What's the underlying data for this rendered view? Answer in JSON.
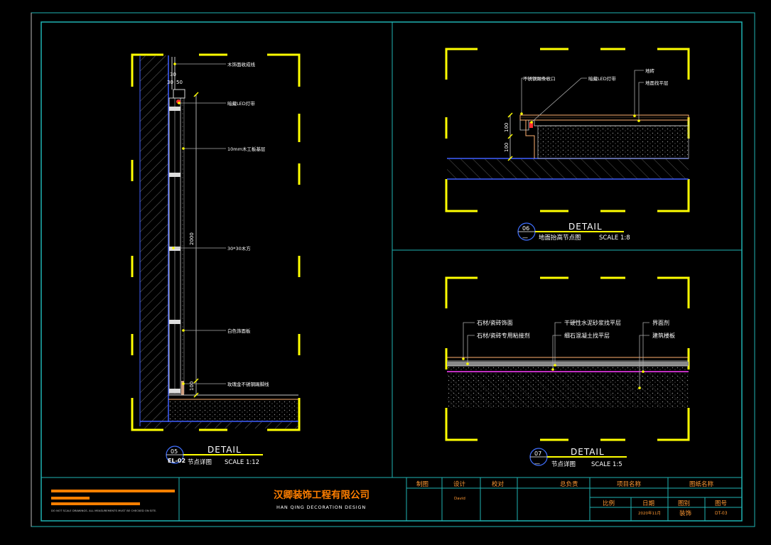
{
  "drawing": {
    "frame_color": "#1fb3b3",
    "accent_yellow": "#ffff00",
    "accent_orange": "#ff7f00"
  },
  "detail05": {
    "heading": "DETAIL",
    "number": "05",
    "ref": "EL-02",
    "caption": "节点详图",
    "scale": "SCALE 1:12",
    "labels": [
      "木饰面收成线",
      "暗藏LED灯带",
      "10mm木工板基层",
      "30*30木方",
      "白色饰面板",
      "玫瑰金不锈钢踢脚线"
    ],
    "dims": [
      "30",
      "30",
      "50",
      "2000",
      "100"
    ]
  },
  "detail06": {
    "heading": "DETAIL",
    "number": "06",
    "ref": "—",
    "caption": "地面抬高节点图",
    "scale": "SCALE 1:8",
    "labels": [
      "不锈钢踢条收口",
      "暗藏LED灯带",
      "地砖",
      "地面找平层"
    ],
    "dims": [
      "100",
      "100"
    ]
  },
  "detail07": {
    "heading": "DETAIL",
    "number": "07",
    "ref": "—",
    "caption": "节点详图",
    "scale": "SCALE 1:5",
    "labels": [
      "石材/瓷砖饰面",
      "石材/瓷砖专用粘接剂",
      "干硬性水泥砂浆找平层",
      "细石混凝土找平层",
      "界面剂",
      "建筑楼板"
    ]
  },
  "title_block": {
    "company_cn": "汉卿装饰工程有限公司",
    "company_en": "HAN QING DECORATION DESIGN",
    "disclaimer": "DO NOT SCALE DRAWINGS. ALL MEASUREMENTS MUST BE CHECKED ON SITE.",
    "headers": [
      "制图",
      "设计",
      "校对",
      "总负责",
      "项目名称",
      "图纸名称"
    ],
    "designer": "David",
    "row2": [
      "比例",
      "日期",
      "图别",
      "图号"
    ],
    "date": "2020年11月",
    "category": "装饰",
    "sheet_no": "DT-03"
  }
}
